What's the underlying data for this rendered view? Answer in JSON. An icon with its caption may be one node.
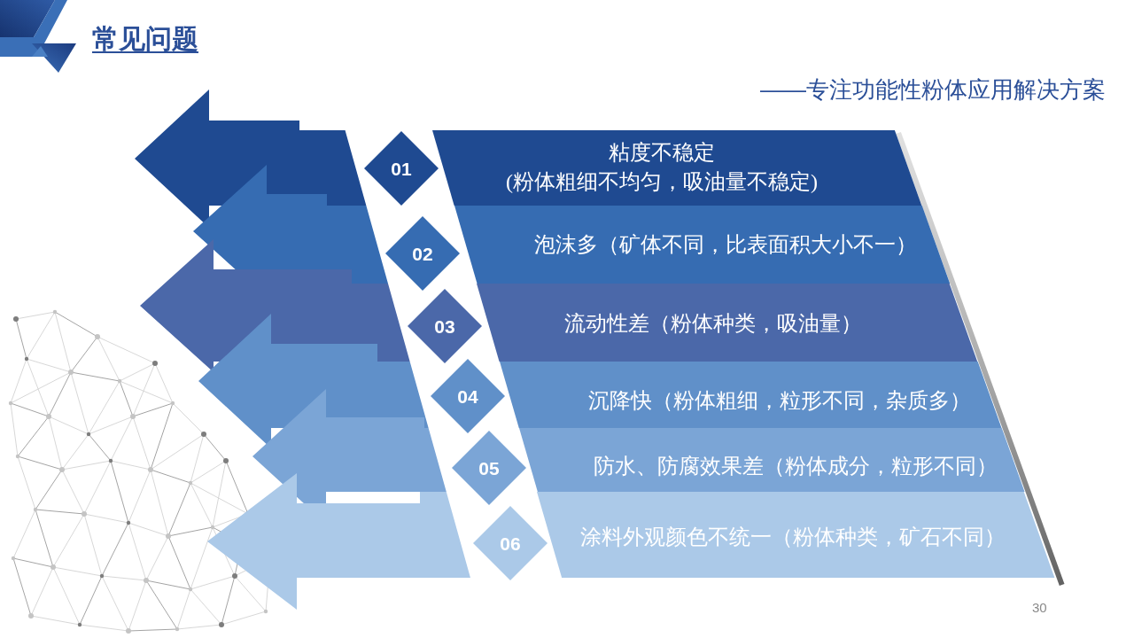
{
  "diagram": {
    "title": "常见问题",
    "nodes": [
      {
        "text": [
          "01"
        ]
      },
      {
        "text": [
          "粘度不稳定",
          "(粉体粗细不均匀，吸油量不稳定)"
        ]
      },
      {
        "text": [
          "02"
        ]
      },
      {
        "text": [
          "泡沫多（矿体不同，比表面积大小不一）"
        ]
      },
      {
        "text": [
          "03"
        ]
      },
      {
        "text": [
          "流动性差（粉体种类，吸油量）"
        ]
      },
      {
        "text": [
          "04"
        ]
      },
      {
        "text": [
          "沉降快（粉体粗细，粒形不同，杂质多）"
        ]
      },
      {
        "text": [
          "05"
        ]
      },
      {
        "text": [
          "防水、防腐效果差（粉体成分，粒形不同）"
        ]
      },
      {
        "text": [
          "06"
        ]
      },
      {
        "text": [
          "涂料外观颜色不统一（粉体种类，矿石不同）"
        ]
      }
    ],
    "labels": [
      "——专注功能性粉体应用解决方案",
      "30"
    ]
  }
}
